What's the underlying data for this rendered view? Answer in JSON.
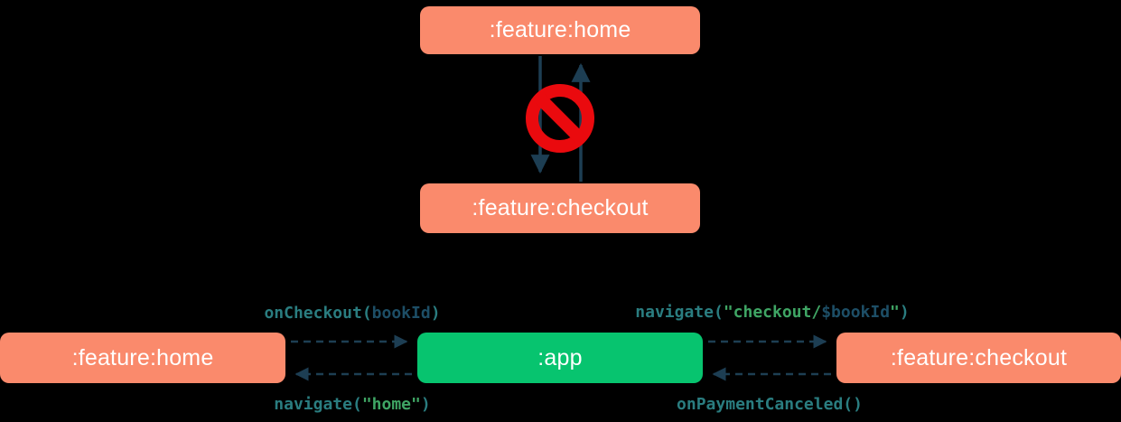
{
  "top_diagram": {
    "nodes": {
      "home": ":feature:home",
      "checkout": ":feature:checkout"
    },
    "forbidden_icon": "no-entry",
    "relationship": "forbidden-bidirectional-dependency"
  },
  "bottom_diagram": {
    "nodes": {
      "home": ":feature:home",
      "app": ":app",
      "checkout": ":feature:checkout"
    },
    "edge_labels": {
      "on_checkout": {
        "fn": "onCheckout(",
        "arg": "bookId",
        "close": ")"
      },
      "navigate_checkout": {
        "fn": "navigate(",
        "str_open": "\"checkout/",
        "template_var": "$bookId",
        "str_close": "\"",
        "close": ")"
      },
      "navigate_home": {
        "fn": "navigate(",
        "str": "\"home\"",
        "close": ")"
      },
      "on_payment_canceled": {
        "fn": "onPaymentCanceled()"
      }
    }
  },
  "colors": {
    "background": "#000000",
    "feature_box": "#fa8a6c",
    "app_box": "#07c46f",
    "box_text": "#ffffff",
    "arrow": "#1d3e53",
    "forbidden": "#ea0a0e",
    "code_function": "#2a7d80",
    "code_string": "#3fa564",
    "code_variable": "#1d4e66"
  }
}
